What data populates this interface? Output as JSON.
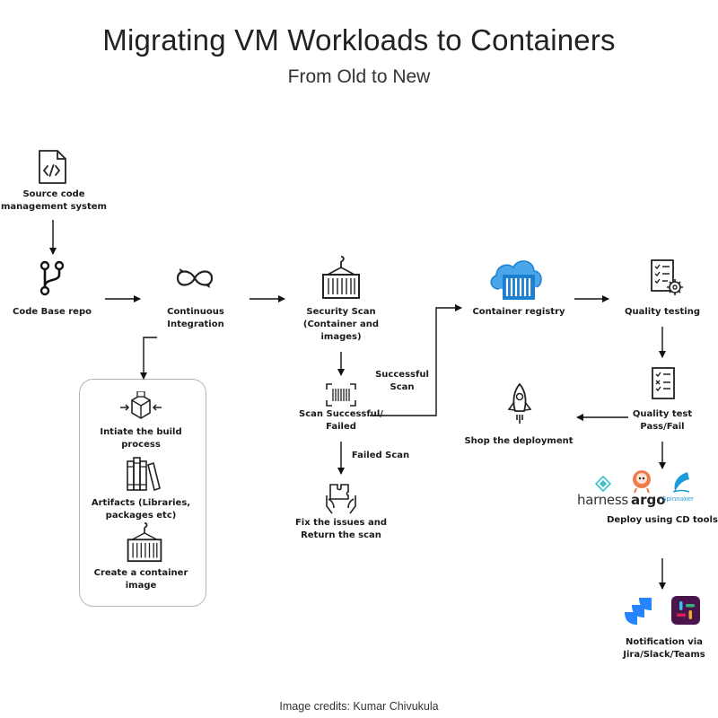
{
  "title": "Migrating VM Workloads to Containers",
  "subtitle": "From Old to New",
  "credit": "Image credits: Kumar Chivukula",
  "nodes": {
    "source": "Source code\nmanagement system",
    "repo": "Code Base repo",
    "ci": "Continuous\nIntegration",
    "security": "Security Scan\n(Container and\nimages)",
    "scan_result": "Scan Successful/\nFailed",
    "fix": "Fix the issues and\nReturn the scan",
    "registry": "Container registry",
    "quality": "Quality testing",
    "quality_test": "Quality test\nPass/Fail",
    "ship": "Shop the deployment",
    "cd": "Deploy using CD tools",
    "notify": "Notification via\nJira/Slack/Teams",
    "build": "Intiate the build\nprocess",
    "artifacts": "Artifacts (Libraries,\npackages etc)",
    "container_image": "Create a container\nimage"
  },
  "edge_labels": {
    "successful": "Successful\nScan",
    "failed": "Failed Scan"
  },
  "brands": {
    "harness": "harness",
    "argo": "argo",
    "spinnaker": "Spinnaker"
  },
  "colors": {
    "azure_blue": "#1e7fd1",
    "jira_blue": "#2684ff",
    "slack_bg": "#4a154b",
    "argo_orange": "#ef7b4d",
    "harness_teal": "#3ac2c8",
    "spinnaker_blue": "#1d9bd6"
  },
  "icons": [
    "code-file-icon",
    "git-branch-icon",
    "infinity-loop-icon",
    "container-crane-icon",
    "barcode-scan-icon",
    "puzzle-hands-icon",
    "cloud-registry-icon",
    "checklist-gear-icon",
    "checklist-icon",
    "rocket-icon",
    "cube-build-icon",
    "books-icon",
    "jira-icon",
    "slack-icon"
  ]
}
